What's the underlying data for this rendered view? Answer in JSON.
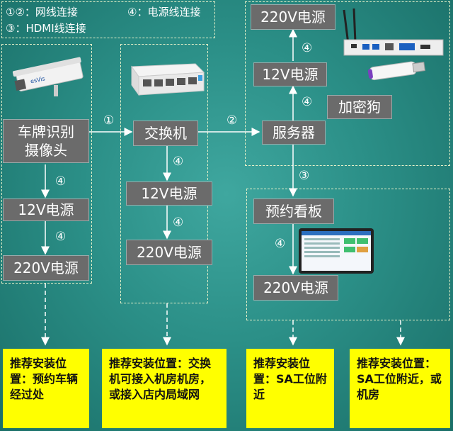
{
  "legend": {
    "line1": "①②：网线连接",
    "line2": "③：HDMI线连接",
    "line3": "④：电源线连接"
  },
  "col1": {
    "camera_label": "车牌识别\n摄像头",
    "power12": "12V电源",
    "power220": "220V电源",
    "num_a": "④",
    "num_b": "④"
  },
  "col2": {
    "switch_label": "交换机",
    "power12": "12V电源",
    "power220": "220V电源",
    "num_a": "④",
    "num_b": "④"
  },
  "col3": {
    "power220_top": "220V电源",
    "power12": "12V电源",
    "server_label": "服务器",
    "dongle_label": "加密狗",
    "num_a": "④",
    "num_b": "④",
    "num_hdmi": "③",
    "board_label": "预约看板",
    "board_power": "220V电源",
    "num_board": "④"
  },
  "links": {
    "cam_to_switch": "①",
    "switch_to_server": "②"
  },
  "notes": [
    "推荐安装位置：预约车辆经过处",
    "推荐安装位置：交换机可接入机房机房，或接入店内局域网",
    "推荐安装位置：SA工位附近",
    "推荐安装位置：SA工位附近，或机房"
  ]
}
